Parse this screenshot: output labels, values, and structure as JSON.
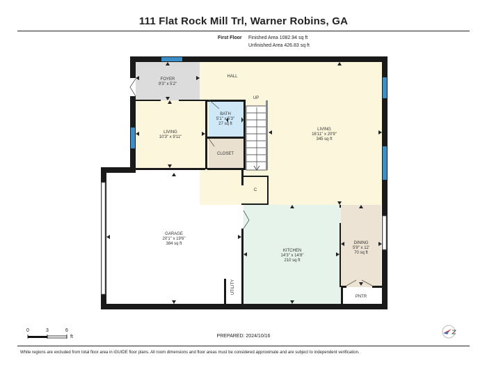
{
  "header": {
    "title": "111 Flat Rock Mill Trl, Warner Robins, GA"
  },
  "floor": {
    "name": "First Floor",
    "finished_area": "Finished Area 1082.94 sq ft",
    "unfinished_area": "Unfinished Area 426.83 sq ft"
  },
  "rooms": {
    "foyer": {
      "name": "FOYER",
      "dims": "9'3\" x 5'2\""
    },
    "hall": {
      "name": "HALL"
    },
    "up": {
      "name": "UP"
    },
    "bath": {
      "name": "BATH",
      "dims": "5'1\" x 5'3\"",
      "area": "27 sq ft"
    },
    "living_left": {
      "name": "LIVING",
      "dims": "10'3\" x 9'11\""
    },
    "closet": {
      "name": "CLOSET"
    },
    "living_main": {
      "name": "LIVING",
      "dims": "16'11\" x 20'9\"",
      "area": "345 sq ft"
    },
    "c": {
      "name": "C"
    },
    "garage": {
      "name": "GARAGE",
      "dims": "20'1\" x 19'6\"",
      "area": "384 sq ft"
    },
    "kitchen": {
      "name": "KITCHEN",
      "dims": "14'3\" x 14'8\"",
      "area": "210 sq ft"
    },
    "dining": {
      "name": "DINING",
      "dims": "5'9\" x 12'",
      "area": "70 sq ft"
    },
    "utility": {
      "name": "UTILITY"
    },
    "pntr": {
      "name": "PNTR"
    }
  },
  "scale": {
    "t0": "0",
    "t3": "3",
    "t6": "6",
    "unit": "ft"
  },
  "prepared": "PREPARED: 2024/10/16",
  "disclaimer": "White regions are excluded from total floor area in iGUIDE floor plans. All room dimensions and floor areas must be considered approximate and are subject to independent verification.",
  "colors": {
    "wall": "#1a1a1a",
    "foyer": "#dcdcdc",
    "living": "#fbf6dc",
    "bath": "#cfe8f7",
    "closet": "#e9e0d0",
    "kitchen": "#e5f3ea",
    "dining": "#ece3d4",
    "window": "#3a8fc9"
  }
}
